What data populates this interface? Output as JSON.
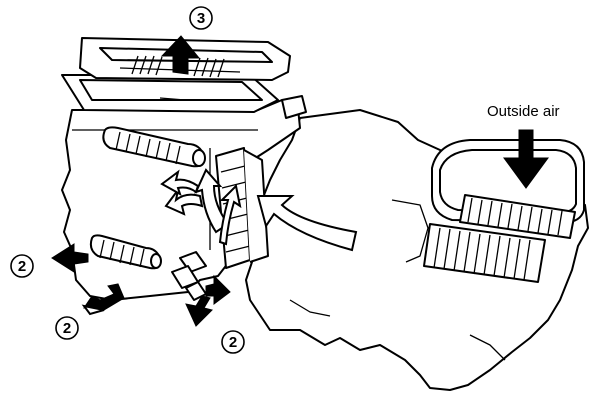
{
  "labels": {
    "outside_air": "Outside air",
    "outlet_top": "3",
    "outlet_left": "2",
    "outlet_bottom_left": "2",
    "outlet_bottom_right": "2"
  }
}
